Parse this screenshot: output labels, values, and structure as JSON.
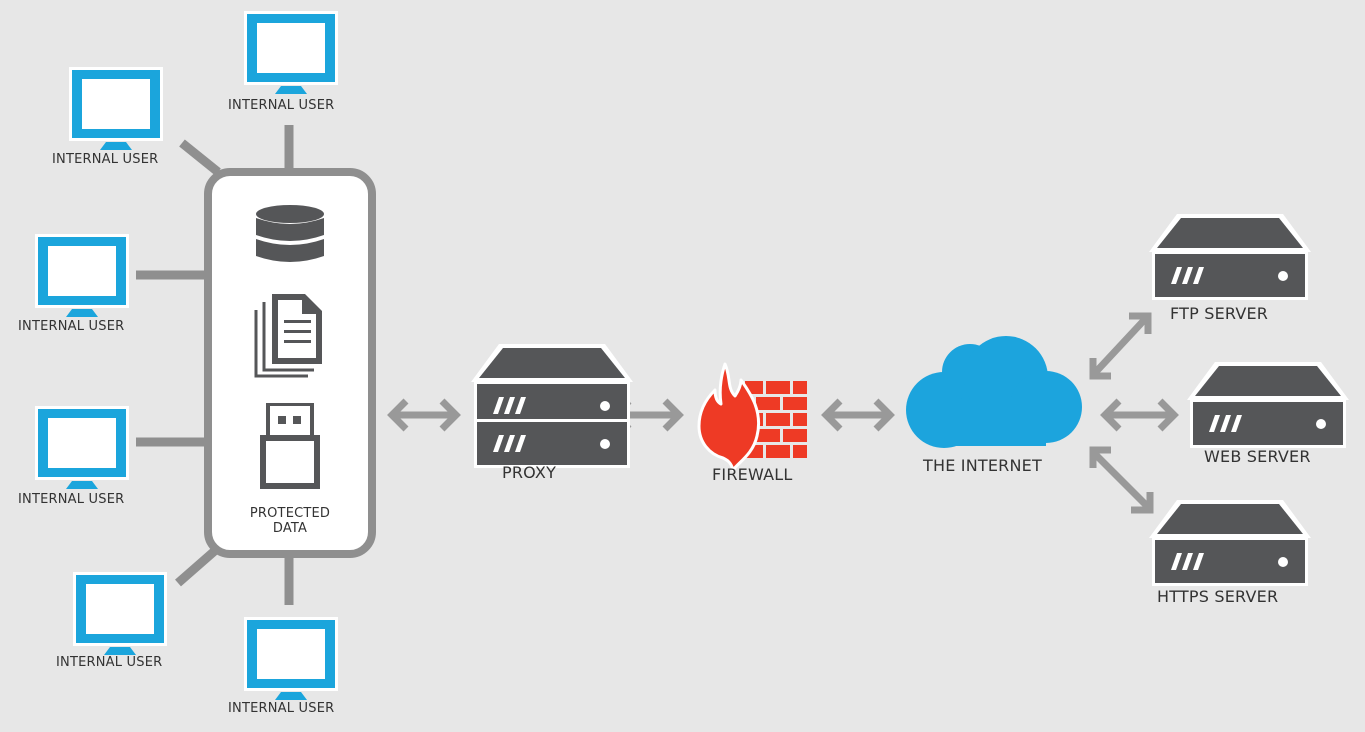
{
  "diagram": {
    "title": "Proxy and firewall network diagram",
    "colors": {
      "background": "#e7e7e7",
      "monitor_blue": "#1ba5dc",
      "cloud_blue": "#1ca4dd",
      "firewall_red": "#ee3a25",
      "server_dark": "#555658",
      "connector_gray": "#8f8f8f",
      "arrow_gray": "#999999",
      "text": "#333333"
    },
    "internal_users": [
      {
        "label": "INTERNAL USER",
        "icon": "monitor-icon"
      },
      {
        "label": "INTERNAL USER",
        "icon": "monitor-icon"
      },
      {
        "label": "INTERNAL USER",
        "icon": "monitor-icon"
      },
      {
        "label": "INTERNAL USER",
        "icon": "monitor-icon"
      },
      {
        "label": "INTERNAL USER",
        "icon": "monitor-icon"
      },
      {
        "label": "INTERNAL USER",
        "icon": "monitor-icon"
      }
    ],
    "protected_data": {
      "label_line1": "PROTECTED",
      "label_line2": "DATA",
      "icons": [
        "database-icon",
        "documents-icon",
        "usb-drive-icon"
      ]
    },
    "proxy": {
      "label": "PROXY",
      "icon": "server-stack-icon"
    },
    "firewall": {
      "label": "FIREWALL",
      "icon": "firewall-icon"
    },
    "internet": {
      "label": "THE INTERNET",
      "icon": "cloud-icon"
    },
    "servers": [
      {
        "label": "FTP SERVER",
        "icon": "server-icon"
      },
      {
        "label": "WEB SERVER",
        "icon": "server-icon"
      },
      {
        "label": "HTTPS SERVER",
        "icon": "server-icon"
      }
    ],
    "connections": [
      {
        "from": "protected-data",
        "to": "proxy",
        "type": "bidirectional"
      },
      {
        "from": "proxy",
        "to": "firewall",
        "type": "bidirectional"
      },
      {
        "from": "firewall",
        "to": "the-internet",
        "type": "bidirectional"
      },
      {
        "from": "the-internet",
        "to": "ftp-server",
        "type": "bidirectional"
      },
      {
        "from": "the-internet",
        "to": "web-server",
        "type": "bidirectional"
      },
      {
        "from": "the-internet",
        "to": "https-server",
        "type": "bidirectional"
      }
    ]
  }
}
